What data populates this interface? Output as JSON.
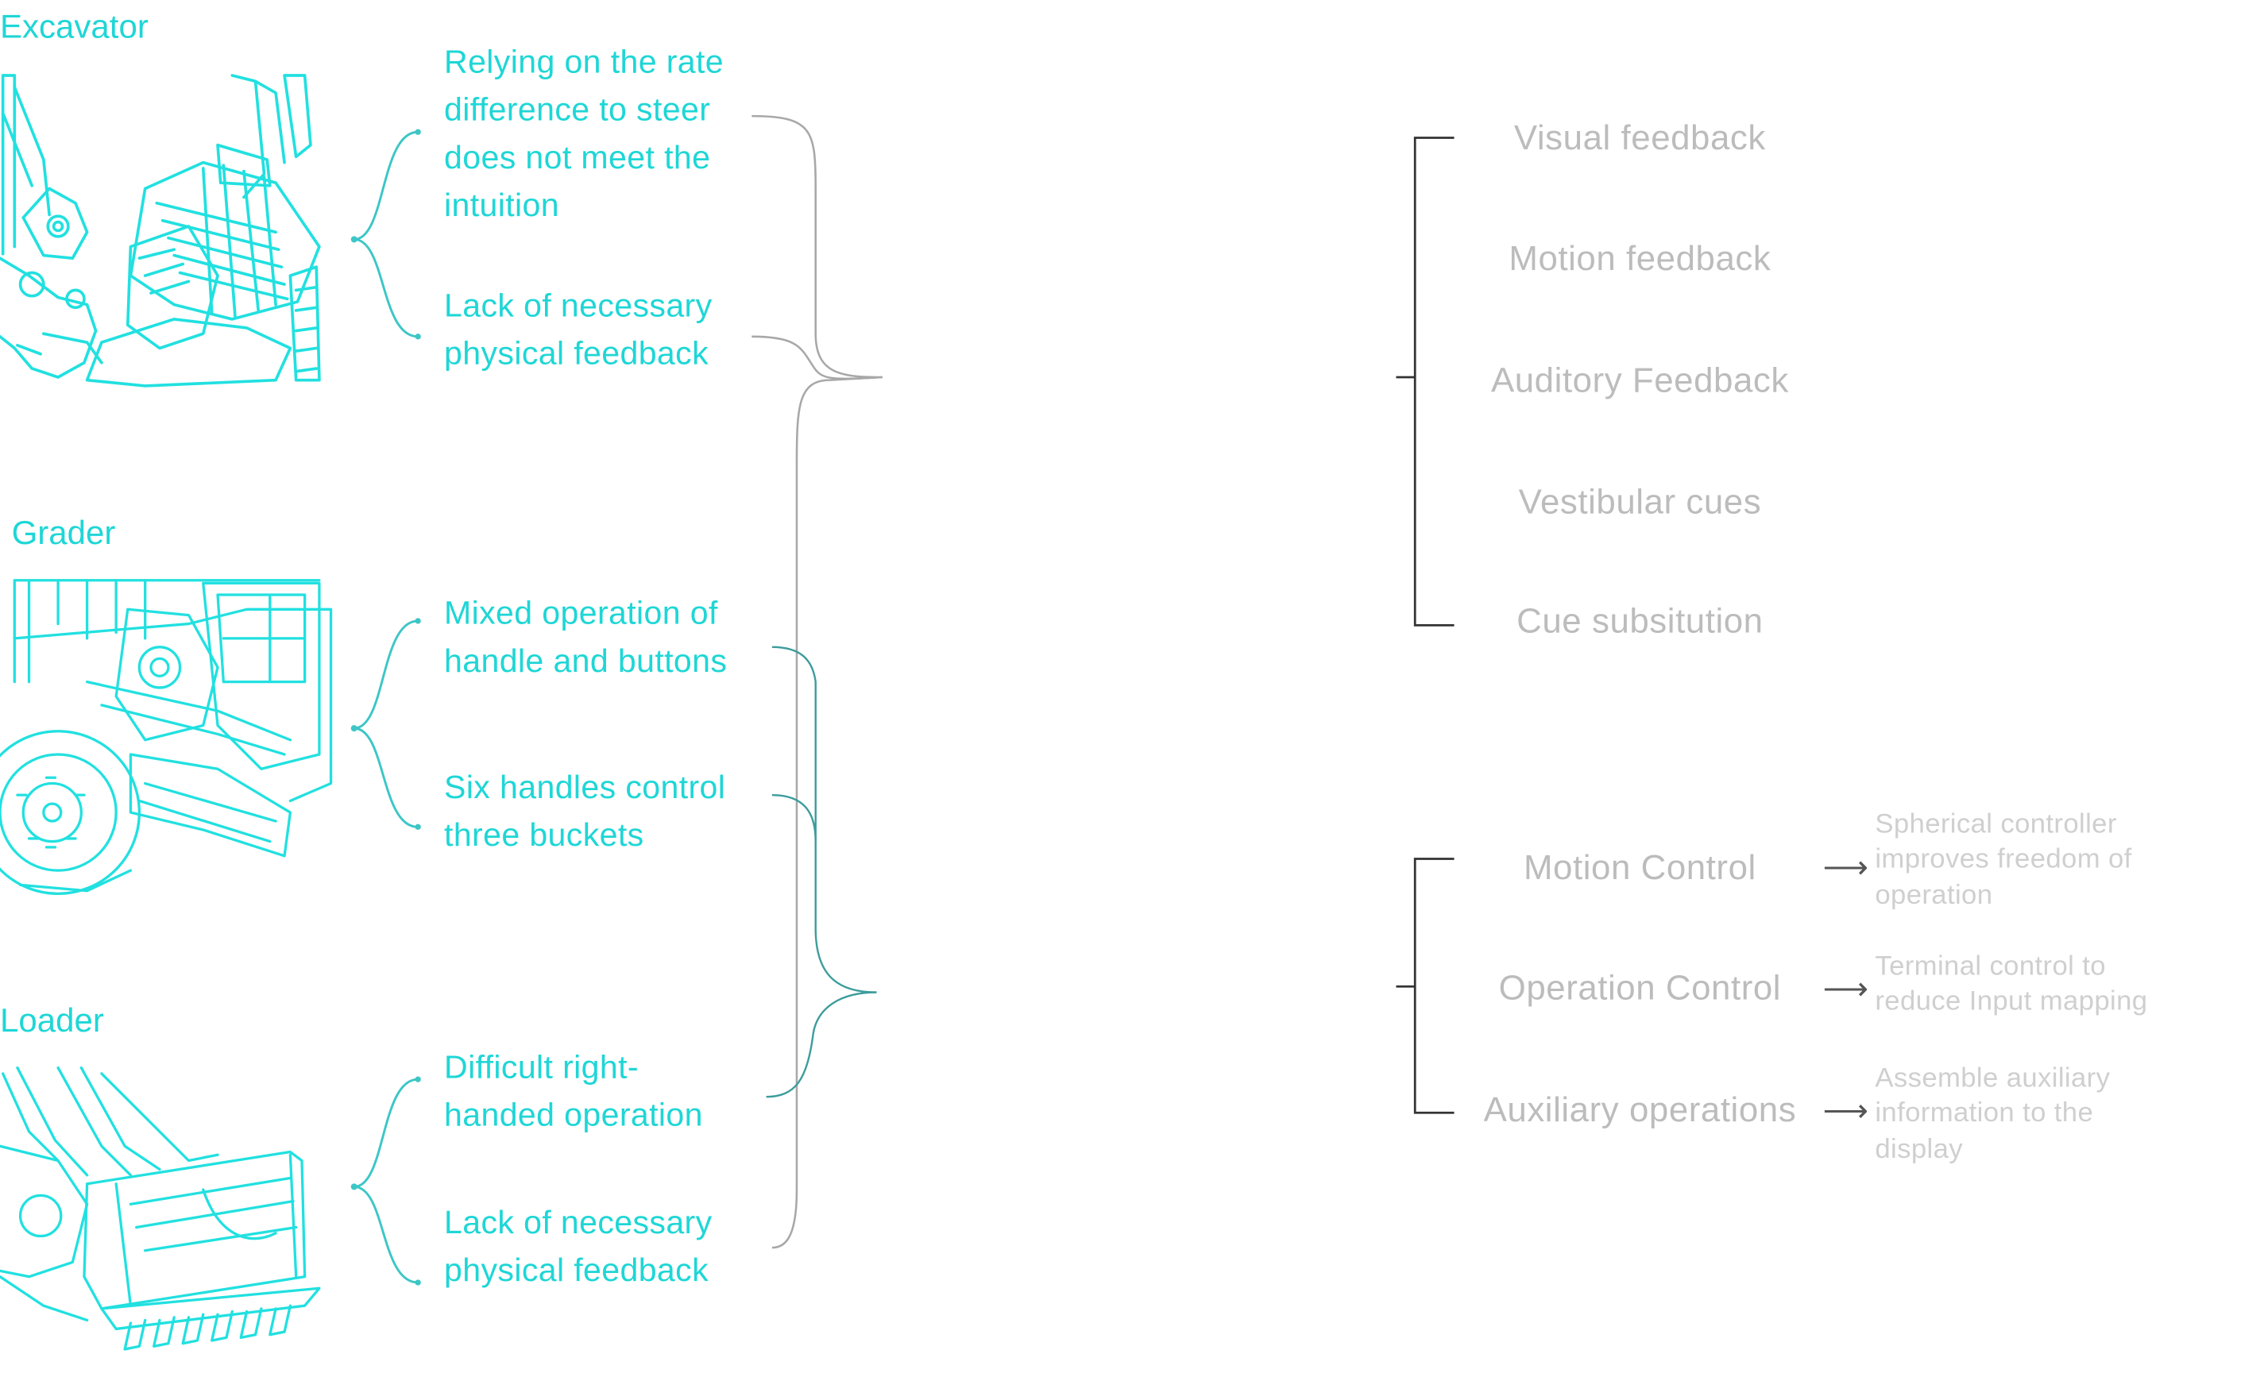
{
  "machines": [
    {
      "title": "Excavator",
      "icon": "excavator-illustration",
      "issues": [
        [
          "Relying on the rate",
          "difference to steer",
          "does not meet the",
          "intuition"
        ],
        [
          "Lack of necessary",
          "physical feedback"
        ]
      ]
    },
    {
      "title": "Grader",
      "icon": "grader-illustration",
      "issues": [
        [
          "Mixed operation of",
          "handle and buttons"
        ],
        [
          "Six handles control",
          "three buckets"
        ]
      ]
    },
    {
      "title": "Loader",
      "icon": "loader-illustration",
      "issues": [
        [
          "Difficult right-",
          "handed operation"
        ],
        [
          "Lack of necessary",
          "physical feedback"
        ]
      ]
    }
  ],
  "feedback": {
    "items": [
      "Visual feedback",
      "Motion feedback",
      "Auditory Feedback",
      "Vestibular cues",
      "Cue subsitution"
    ]
  },
  "control": {
    "items": [
      {
        "label": "Motion Control",
        "note": [
          "Spherical controller",
          "improves freedom of",
          "operation"
        ]
      },
      {
        "label": "Operation Control",
        "note": [
          "Terminal control to",
          "reduce Input mapping"
        ]
      },
      {
        "label": "Auxiliary operations",
        "note": [
          "Assemble auxiliary",
          "information to the",
          "display"
        ]
      }
    ],
    "arrow_glyph": "⟶"
  },
  "colors": {
    "accent": "#1fd6d6",
    "text_grey": "#bcbcbc",
    "note_grey": "#cfcfcf",
    "bracket_dark": "#333333",
    "connector_cyan": "#3cc6c6",
    "connector_grey": "#a8a8a8"
  }
}
